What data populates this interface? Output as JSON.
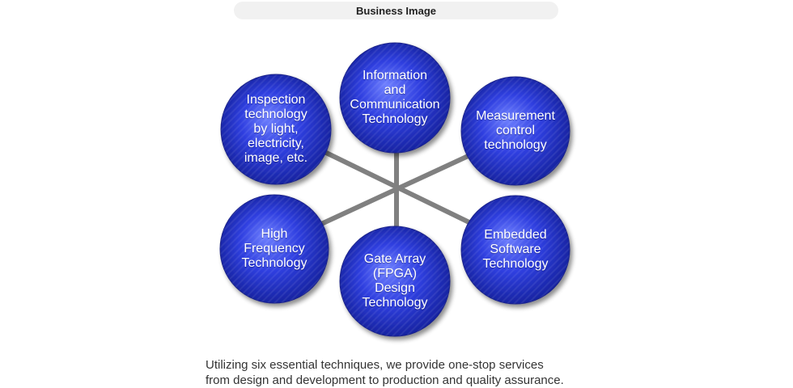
{
  "header": {
    "title": "Business Image"
  },
  "diagram": {
    "colors": {
      "sphere_light": "#6f80ff",
      "sphere_mid": "#2f3fe0",
      "sphere_dark": "#0f1a8c",
      "connector": "#808080"
    },
    "nodes": [
      {
        "label": "Information\nand\nCommunication\nTechnology"
      },
      {
        "label": "Measurement\ncontrol\ntechnology"
      },
      {
        "label": "Embedded\nSoftware\nTechnology"
      },
      {
        "label": "Gate Array\n(FPGA)\nDesign\nTechnology"
      },
      {
        "label": "High\nFrequency\nTechnology"
      },
      {
        "label": "Inspection\ntechnology\nby light,\nelectricity,\nimage, etc."
      }
    ]
  },
  "caption": {
    "line1": "Utilizing six essential techniques, we provide one-stop services",
    "line2": "from design and development to production and quality assurance."
  }
}
